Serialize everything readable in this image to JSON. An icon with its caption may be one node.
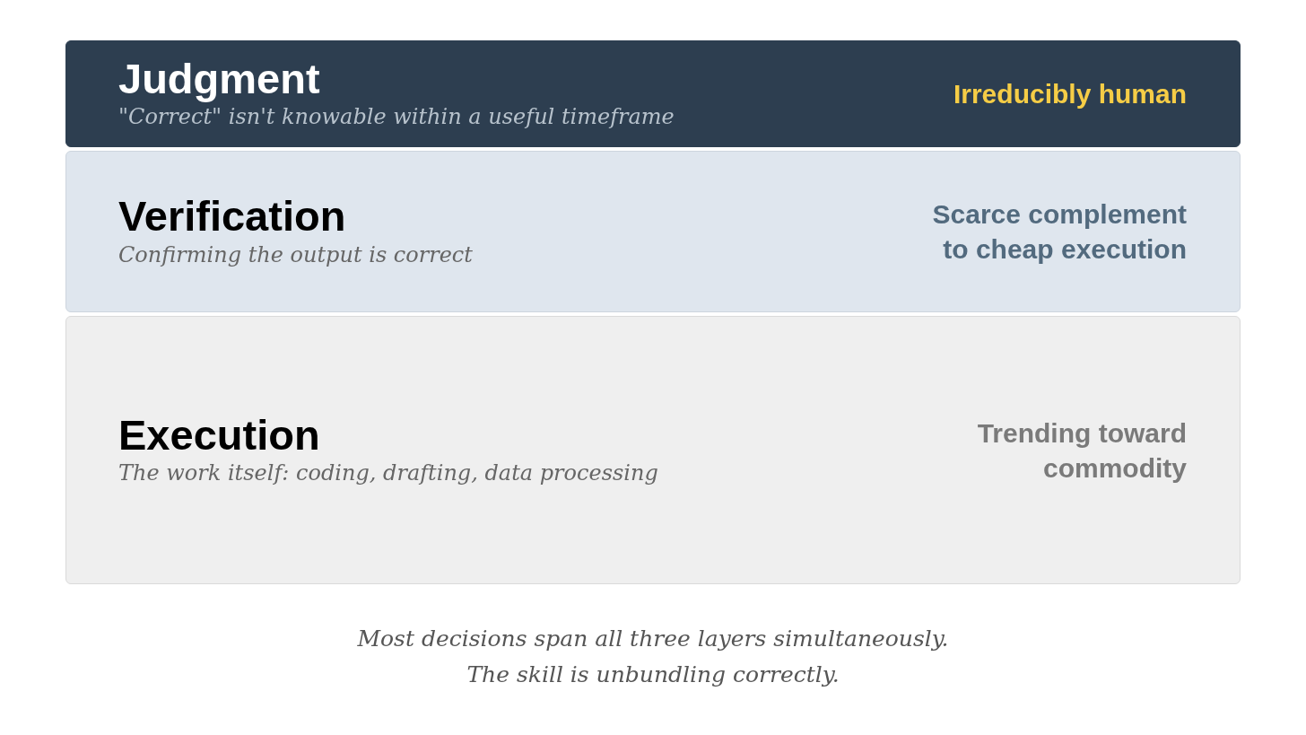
{
  "diagram": {
    "nodes": [
      {
        "text": [
          "Judgment",
          "\"Correct\" isn't knowable within a useful timeframe",
          "Irreducibly human"
        ]
      },
      {
        "text": [
          "Verification",
          "Confirming the output is correct",
          "Scarce complement to cheap execution"
        ]
      },
      {
        "text": [
          "Execution",
          "The work itself: coding, drafting, data processing",
          "Trending toward commodity"
        ]
      }
    ],
    "caption": "Most decisions span all three layers simultaneously. The skill is unbundling correctly."
  }
}
